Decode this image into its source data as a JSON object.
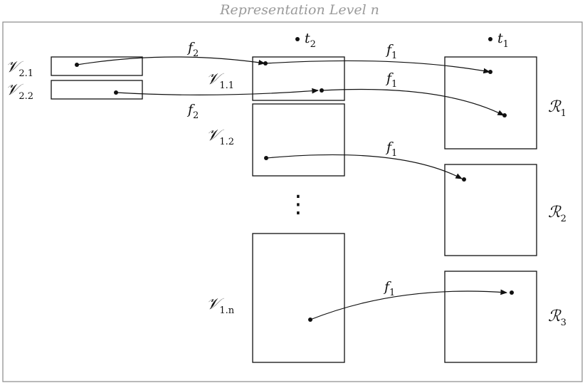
{
  "title": "Representation Level n",
  "point_labels": {
    "t2": {
      "base": "t",
      "sub": "2"
    },
    "t1": {
      "base": "t",
      "sub": "1"
    }
  },
  "left_boxes": [
    {
      "base": "𝒱",
      "sub": "2.1"
    },
    {
      "base": "𝒱",
      "sub": "2.2"
    }
  ],
  "middle_boxes": [
    {
      "base": "𝒱",
      "sub": "1.1"
    },
    {
      "base": "𝒱",
      "sub": "1.2"
    },
    {
      "base": "𝒱",
      "sub": "1.n"
    }
  ],
  "right_boxes": [
    {
      "base": "ℛ",
      "sub": "1"
    },
    {
      "base": "ℛ",
      "sub": "2"
    },
    {
      "base": "ℛ",
      "sub": "3"
    }
  ],
  "function_labels": [
    {
      "base": "f",
      "sub": "2"
    },
    {
      "base": "f",
      "sub": "2"
    },
    {
      "base": "f",
      "sub": "1"
    },
    {
      "base": "f",
      "sub": "1"
    },
    {
      "base": "f",
      "sub": "1"
    },
    {
      "base": "f",
      "sub": "1"
    }
  ],
  "vertical_ellipsis": "⋮",
  "colors": {
    "frame": "#8a8a8a",
    "title": "#9a9a9a",
    "ink": "#111111"
  }
}
